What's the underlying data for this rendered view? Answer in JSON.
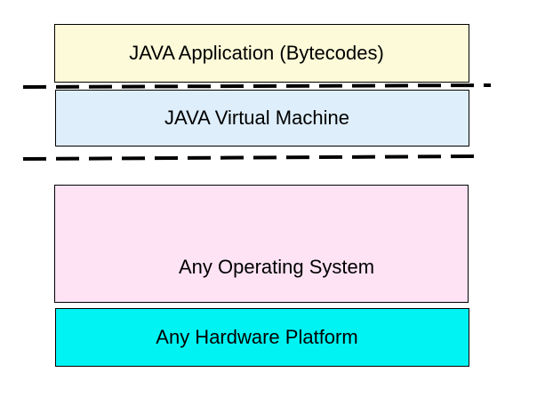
{
  "diagram": {
    "layers": [
      {
        "key": "app",
        "label": "JAVA Application (Bytecodes)",
        "fill": "#fcfad8"
      },
      {
        "key": "jvm",
        "label": "JAVA Virtual Machine",
        "fill": "#deeefb"
      },
      {
        "key": "os",
        "label": "Any Operating System",
        "fill": "#fde3f4"
      },
      {
        "key": "hw",
        "label": "Any Hardware Platform",
        "fill": "#00f3f3"
      }
    ],
    "separator_color": "#000000"
  }
}
